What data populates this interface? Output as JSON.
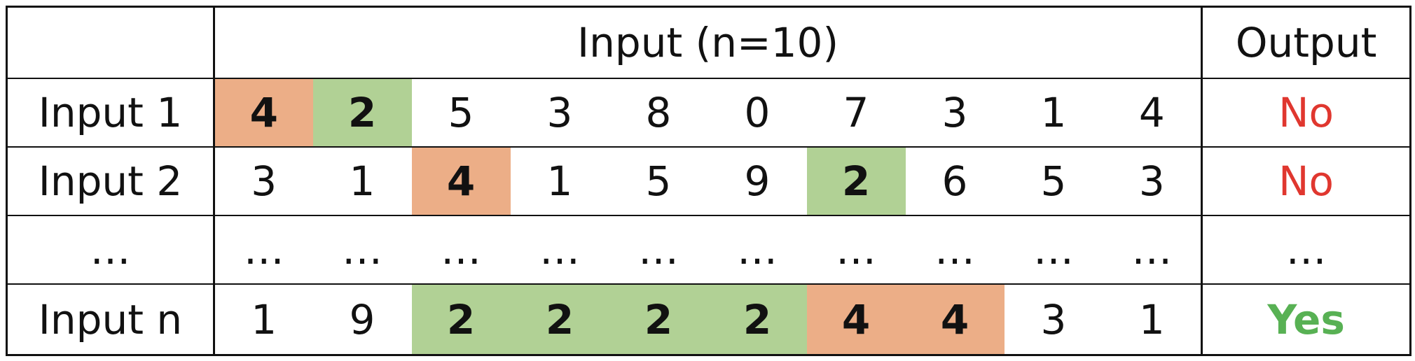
{
  "header": {
    "corner": "",
    "input_title": "Input (n=10)",
    "output_title": "Output"
  },
  "colors": {
    "highlight_orange": "#ecae87",
    "highlight_green": "#b1d195",
    "output_no": "#e0372f",
    "output_yes": "#58b154"
  },
  "rows": [
    {
      "label": "Input 1",
      "values": [
        "4",
        "2",
        "5",
        "3",
        "8",
        "0",
        "7",
        "3",
        "1",
        "4"
      ],
      "highlights": [
        "orange",
        "green",
        "",
        "",
        "",
        "",
        "",
        "",
        "",
        ""
      ],
      "output": "No",
      "output_status": "no"
    },
    {
      "label": "Input 2",
      "values": [
        "3",
        "1",
        "4",
        "1",
        "5",
        "9",
        "2",
        "6",
        "5",
        "3"
      ],
      "highlights": [
        "",
        "",
        "orange",
        "",
        "",
        "",
        "green",
        "",
        "",
        ""
      ],
      "output": "No",
      "output_status": "no"
    },
    {
      "label": "…",
      "values": [
        "…",
        "…",
        "…",
        "…",
        "…",
        "…",
        "…",
        "…",
        "…",
        "…"
      ],
      "highlights": [
        "",
        "",
        "",
        "",
        "",
        "",
        "",
        "",
        "",
        ""
      ],
      "output": "…",
      "output_status": "ellipsis"
    },
    {
      "label": "Input n",
      "values": [
        "1",
        "9",
        "2",
        "2",
        "2",
        "2",
        "4",
        "4",
        "3",
        "1"
      ],
      "highlights": [
        "",
        "",
        "green",
        "green",
        "green",
        "green",
        "orange",
        "orange",
        "",
        ""
      ],
      "output": "Yes",
      "output_status": "yes"
    }
  ]
}
